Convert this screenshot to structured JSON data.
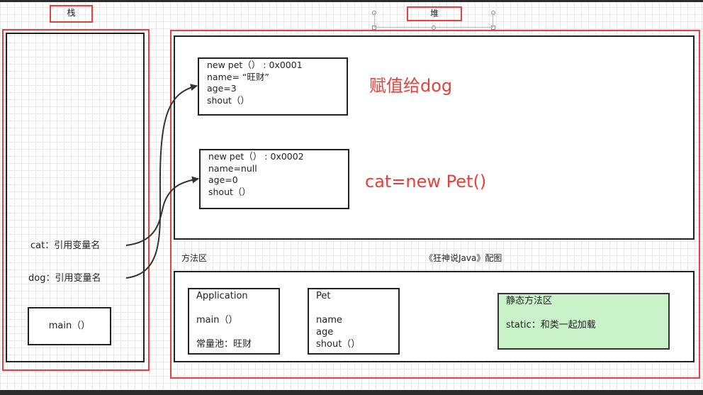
{
  "stack": {
    "title": "栈",
    "cat_label": "cat：引用变量名",
    "dog_label": "dog：引用变量名",
    "main_label": "main（）"
  },
  "heap": {
    "title": "堆",
    "object1": {
      "line1": "new pet（）   :  0x0001",
      "line2": "name= “旺财”",
      "line3": "age=3",
      "line4": "shout（）"
    },
    "object2": {
      "line1": "new pet（）   :  0x0002",
      "line2": "name=null",
      "line3": "age=0",
      "line4": "shout（）"
    },
    "annotation1": "赋值给dog",
    "annotation2": "cat=new Pet()"
  },
  "method_area": {
    "title": "方法区",
    "caption": "《狂神说Java》配图",
    "application": {
      "name": "Application",
      "method": "main（）",
      "constant_pool": "常量池：旺财"
    },
    "pet": {
      "name": "Pet",
      "field1": "name",
      "field2": "age",
      "method": "shout（）"
    },
    "static_area": {
      "title": "静态方法区",
      "desc": "static：和类一起加载"
    }
  },
  "colors": {
    "highlight": "#e8413b",
    "static_fill": "#c9f2c9",
    "static_border": "#333333"
  }
}
